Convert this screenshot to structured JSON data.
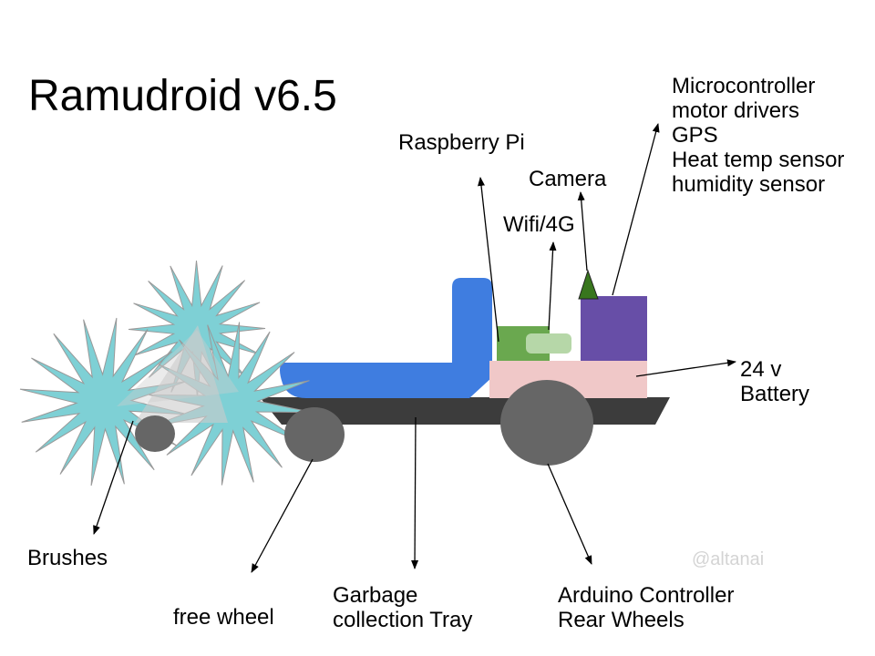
{
  "title": "Ramudroid v6.5",
  "watermark": "@altanai",
  "labels": {
    "raspberry_pi": "Raspberry Pi",
    "camera": "Camera",
    "wifi": "Wifi/4G",
    "controller_block": {
      "line1": "Microcontroller",
      "line2": "motor drivers",
      "line3": "GPS",
      "line4": "Heat temp sensor",
      "line5": "humidity sensor"
    },
    "battery": {
      "line1": "24 v",
      "line2": "Battery"
    },
    "brushes": "Brushes",
    "free_wheel": "free wheel",
    "garbage_tray": {
      "line1": "Garbage",
      "line2": "collection Tray"
    },
    "arduino": {
      "line1": "Arduino Controller",
      "line2": "Rear Wheels"
    }
  },
  "colors": {
    "body_blue": "#3f7de0",
    "battery_pink": "#f0c8c8",
    "raspberry_green": "#6aa84f",
    "wifi_light_green": "#b6d7a8",
    "controller_purple": "#674ea7",
    "camera_dark_green": "#38761d",
    "chassis_dark": "#3c3c3c",
    "wheel_gray": "#666666",
    "brush_teal": "#7ed0d5",
    "brush_stroke": "#999999",
    "shadow_gray": "#cccccc",
    "line_black": "#000000",
    "watermark_gray": "#d4d4d4"
  }
}
